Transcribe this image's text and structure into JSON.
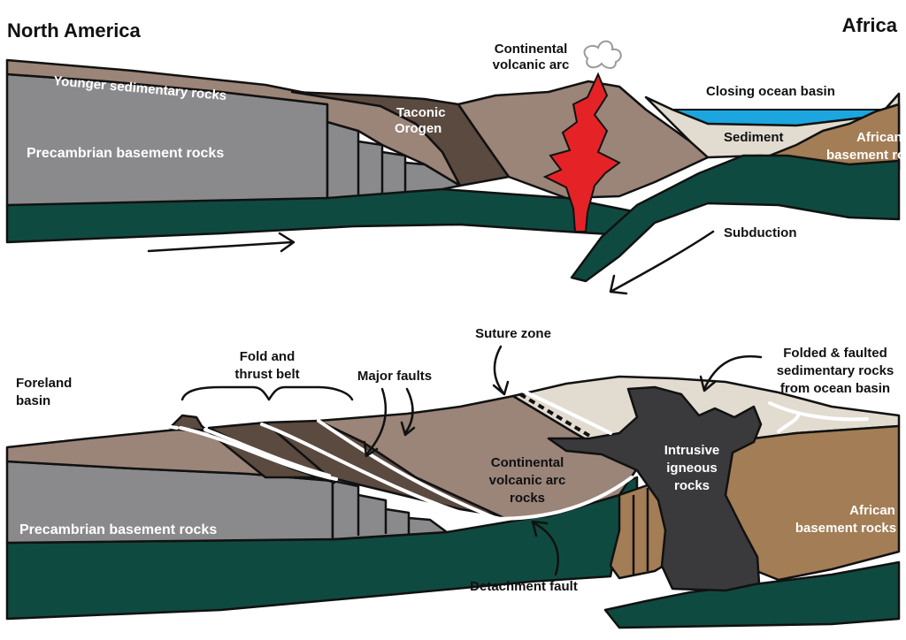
{
  "continents": {
    "left": "North America",
    "right": "Africa"
  },
  "top_panel": {
    "younger_sedimentary": "Younger sedimentary rocks",
    "precambrian": "Precambrian basement rocks",
    "taconic_1": "Taconic",
    "taconic_2": "Orogen",
    "arc_1": "Continental",
    "arc_2": "volcanic arc",
    "closing_ocean": "Closing ocean basin",
    "sediment": "Sediment",
    "african_1": "African",
    "african_2": "basement rocks",
    "subduction": "Subduction"
  },
  "bottom_panel": {
    "foreland_1": "Foreland",
    "foreland_2": "basin",
    "fold_1": "Fold and",
    "fold_2": "thrust belt",
    "major_faults": "Major faults",
    "suture": "Suture zone",
    "folded_1": "Folded & faulted",
    "folded_2": "sedimentary rocks",
    "folded_3": "from ocean basin",
    "precambrian": "Precambrian basement rocks",
    "arc_1": "Continental",
    "arc_2": "volcanic arc",
    "arc_3": "rocks",
    "intrusive_1": "Intrusive",
    "intrusive_2": "igneous",
    "intrusive_3": "rocks",
    "african_1": "African",
    "african_2": "basement rocks",
    "detachment": "Detachment fault"
  },
  "colors": {
    "gray": "#8a8a8d",
    "green": "#0f4a40",
    "tan": "#9b8478",
    "dark_brown": "#5b4a40",
    "beige": "#e2dbd0",
    "ocean": "#1ba6df",
    "african": "#a37d55",
    "magma": "#e52326",
    "intrusive": "#3a3a3c"
  }
}
